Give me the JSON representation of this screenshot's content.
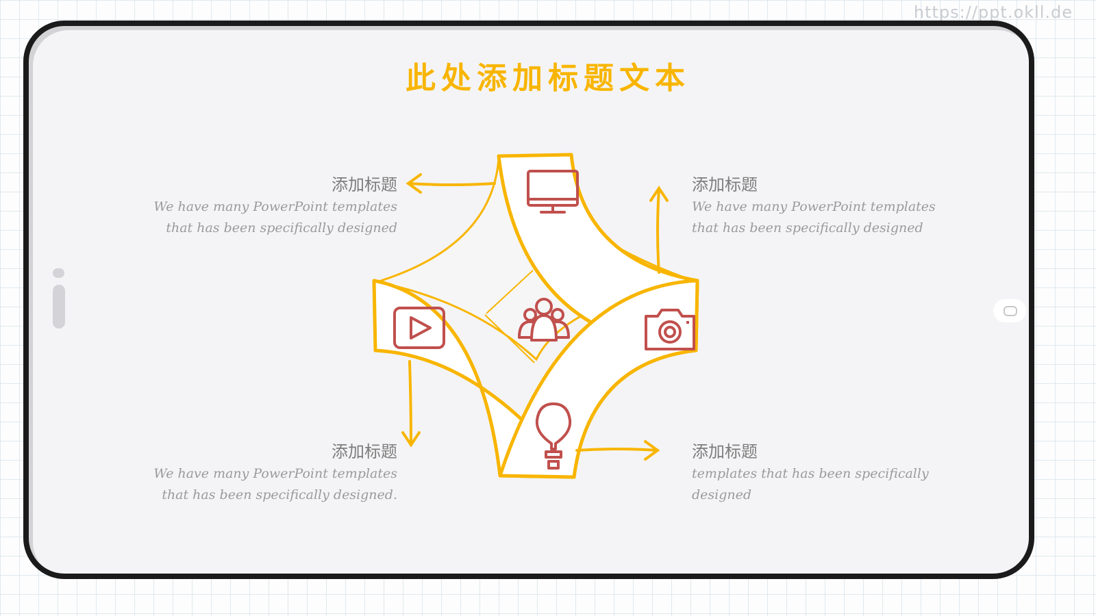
{
  "watermark": "https://ppt.okll.de",
  "title": "此处添加标题文本",
  "colors": {
    "accent": "#f8b500",
    "icon": "#c0504d",
    "text": "#8a8a8a",
    "frame": "#1b1b1b"
  },
  "items": [
    {
      "heading": "添加标题",
      "body": "We have many PowerPoint templates that has been specifically designed",
      "icon": "monitor-icon"
    },
    {
      "heading": "添加标题",
      "body": "We have many PowerPoint templates that has been specifically designed",
      "icon": "camera-icon"
    },
    {
      "heading": "添加标题",
      "body": "We have many PowerPoint templates that has been specifically designed.",
      "icon": "play-icon"
    },
    {
      "heading": "添加标题",
      "body": "templates that has been specifically designed",
      "icon": "lightbulb-icon"
    }
  ],
  "center_icon": "team-icon"
}
